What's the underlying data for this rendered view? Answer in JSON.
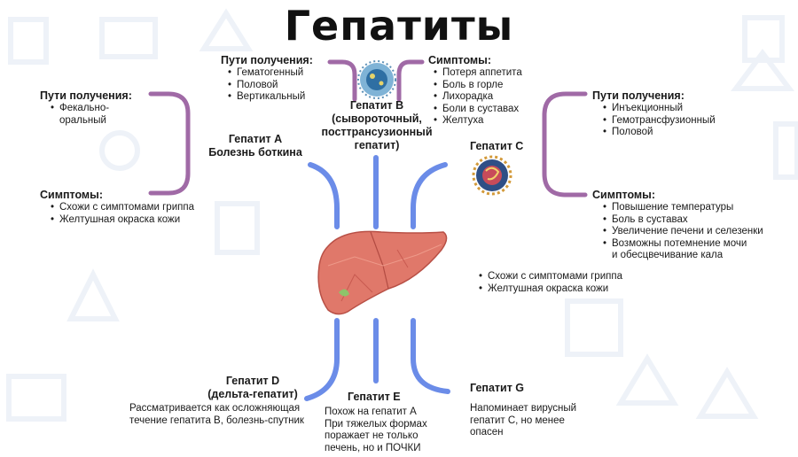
{
  "title": "Гепатиты",
  "colors": {
    "bracket": "#a06aa6",
    "line": "#6b8ce8"
  },
  "hep_a": {
    "name_line1": "Гепатит А",
    "name_line2": "Болезнь боткина",
    "routes_heading": "Пути получения:",
    "routes": [
      "Фекально-",
      "оральный"
    ],
    "symptoms_heading": "Симптомы:",
    "symptoms": [
      "Схожи с симптомами гриппа",
      "Желтушная окраска кожи"
    ]
  },
  "hep_b": {
    "name_line1": "Гепатит В",
    "name_line2": "(сывороточный,",
    "name_line3": "посттрансузионный",
    "name_line4": "гепатит)",
    "routes_heading": "Пути получения:",
    "routes": [
      "Гематогенный",
      "Половой",
      "Вертикальный"
    ],
    "symptoms_heading": "Симптомы:",
    "symptoms": [
      "Потеря аппетита",
      "Боль в горле",
      "Лихорадка",
      "Боли в суставах",
      "Желтуха"
    ]
  },
  "hep_c": {
    "name": "Гепатит С",
    "routes_heading": "Пути получения:",
    "routes": [
      "Инъекционный",
      "Гемотрансфузионный",
      "Половой"
    ],
    "symptoms_heading": "Симптомы:",
    "symptoms": [
      "Повышение температуры",
      "Боль в суставах",
      "Увеличение печени и селезенки",
      "Возможны потемнение мочи",
      "и обесцвечивание кала"
    ],
    "extra_symptoms": [
      "Схожи с симптомами гриппа",
      "Желтушная окраска кожи"
    ]
  },
  "hep_d": {
    "name_line1": "Гепатит D",
    "name_line2": "(дельта-гепатит)",
    "desc_line1": "Рассматривается как осложняющая",
    "desc_line2": "течение гепатита В, болезнь-спутник"
  },
  "hep_e": {
    "name": "Гепатит Е",
    "desc": [
      "Похож на гепатит А",
      "При тяжелых формах",
      "поражает не только",
      "печень, но и ПОЧКИ"
    ]
  },
  "hep_g": {
    "name": "Гепатит G",
    "desc": [
      "Напоминает вирусный",
      "гепатит С, но менее",
      "опасен"
    ]
  }
}
